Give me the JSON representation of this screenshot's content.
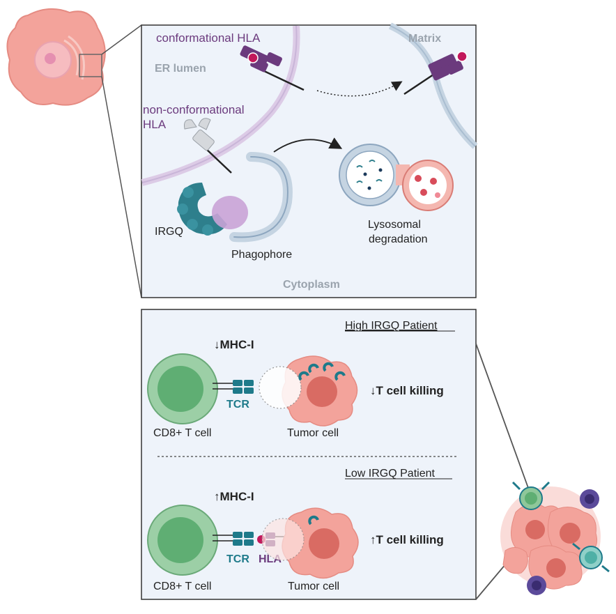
{
  "top_panel": {
    "conformational_label": "conformational HLA",
    "er_lumen_label": "ER lumen",
    "matrix_label": "Matrix",
    "nonconf_label_line1": "non-conformational",
    "nonconf_label_line2": "HLA",
    "irgq_label": "IRGQ",
    "phagophore_label": "Phagophore",
    "lysosome_label_line1": "Lysosomal",
    "lysosome_label_line2": "degradation",
    "cytoplasm_label": "Cytoplasm"
  },
  "bottom_panel": {
    "high": {
      "title": "High IRGQ Patient",
      "mhc_label": "↓MHC-I",
      "killing_label": "↓T cell killing",
      "tcr_label": "TCR",
      "tcell_label": "CD8+ T cell",
      "tumor_label": "Tumor cell"
    },
    "low": {
      "title": "Low IRGQ Patient",
      "mhc_label": "↑MHC-I",
      "killing_label": "↑T cell killing",
      "tcr_label": "TCR",
      "hla_label": "HLA",
      "tcell_label": "CD8+ T cell",
      "tumor_label": "Tumor cell"
    }
  },
  "colors": {
    "panel_bg": "#eef3fa",
    "purple": "#6b3a7d",
    "teal": "#1e7a8a",
    "cell_pink": "#f3a39b",
    "tcell_green": "#8fc79a",
    "tcell_nucleus": "#5fae73",
    "label_gray": "#9aa3ad"
  }
}
